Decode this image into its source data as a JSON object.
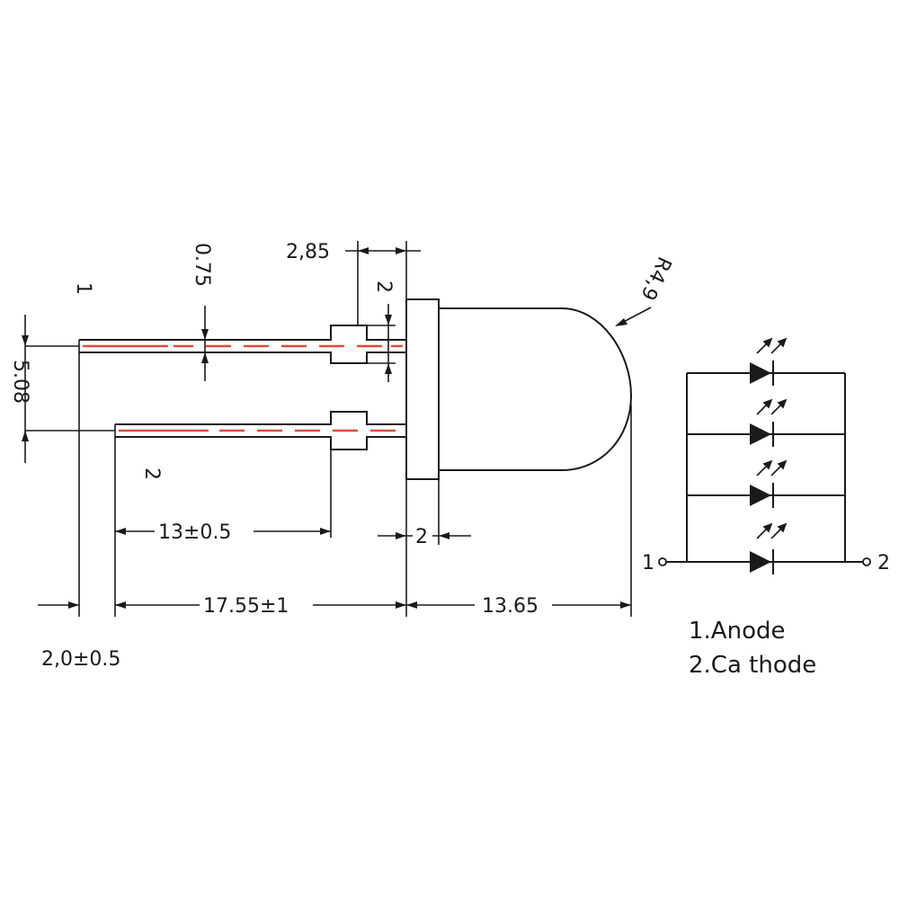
{
  "dimensions": {
    "d_2_85": "2,85",
    "d_0_75": "0.75",
    "d_2_top": "2",
    "d_r4_9": "R4,9",
    "d_5_08": "5.08",
    "d_13": "13±0.5",
    "d_2_bottom": "2",
    "d_17_55": "17.55±1",
    "d_13_65": "13.65",
    "d_2_0": "2,0±0.5"
  },
  "pins": {
    "pin1_label": "1",
    "pin2_label": "2"
  },
  "schematic": {
    "terminal_left": "1",
    "terminal_right": "2",
    "led_count": 4
  },
  "legend": {
    "anode": "1.Anode",
    "cathode": "2.Ca thode"
  },
  "colors": {
    "line": "#1a1a1a",
    "lead_center": "#e24a3a"
  }
}
